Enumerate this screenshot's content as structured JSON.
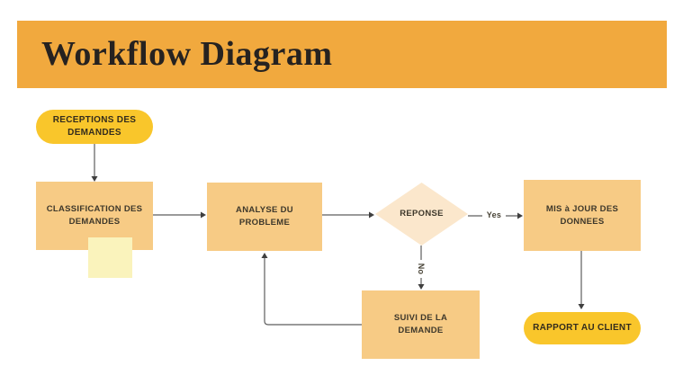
{
  "header": {
    "title": "Workflow Diagram"
  },
  "nodes": {
    "receptions": {
      "label": "RECEPTIONS DES DEMANDES",
      "type": "start-pill"
    },
    "classification": {
      "label": "CLASSIFICATION DES DEMANDES",
      "type": "process"
    },
    "analyse": {
      "label": "ANALYSE DU PROBLEME",
      "type": "process"
    },
    "reponse": {
      "label": "REPONSE",
      "type": "decision"
    },
    "maj": {
      "label": "MIS à JOUR DES DONNEES",
      "type": "process"
    },
    "suivi": {
      "label": "SUIVI DE LA DEMANDE",
      "type": "process"
    },
    "rapport": {
      "label": "RAPPORT AU CLIENT",
      "type": "end-pill"
    }
  },
  "edges": {
    "yes_label": "Yes",
    "no_label": "No"
  },
  "colors": {
    "banner": "#F1A93E",
    "pill": "#F9C62B",
    "process_box": "#F7CB85",
    "diamond": "#FBE7CC",
    "sticky_note": "#FAF3BC",
    "connector": "#5E5E5E",
    "title_text": "#262220",
    "node_text": "#3E382B"
  }
}
